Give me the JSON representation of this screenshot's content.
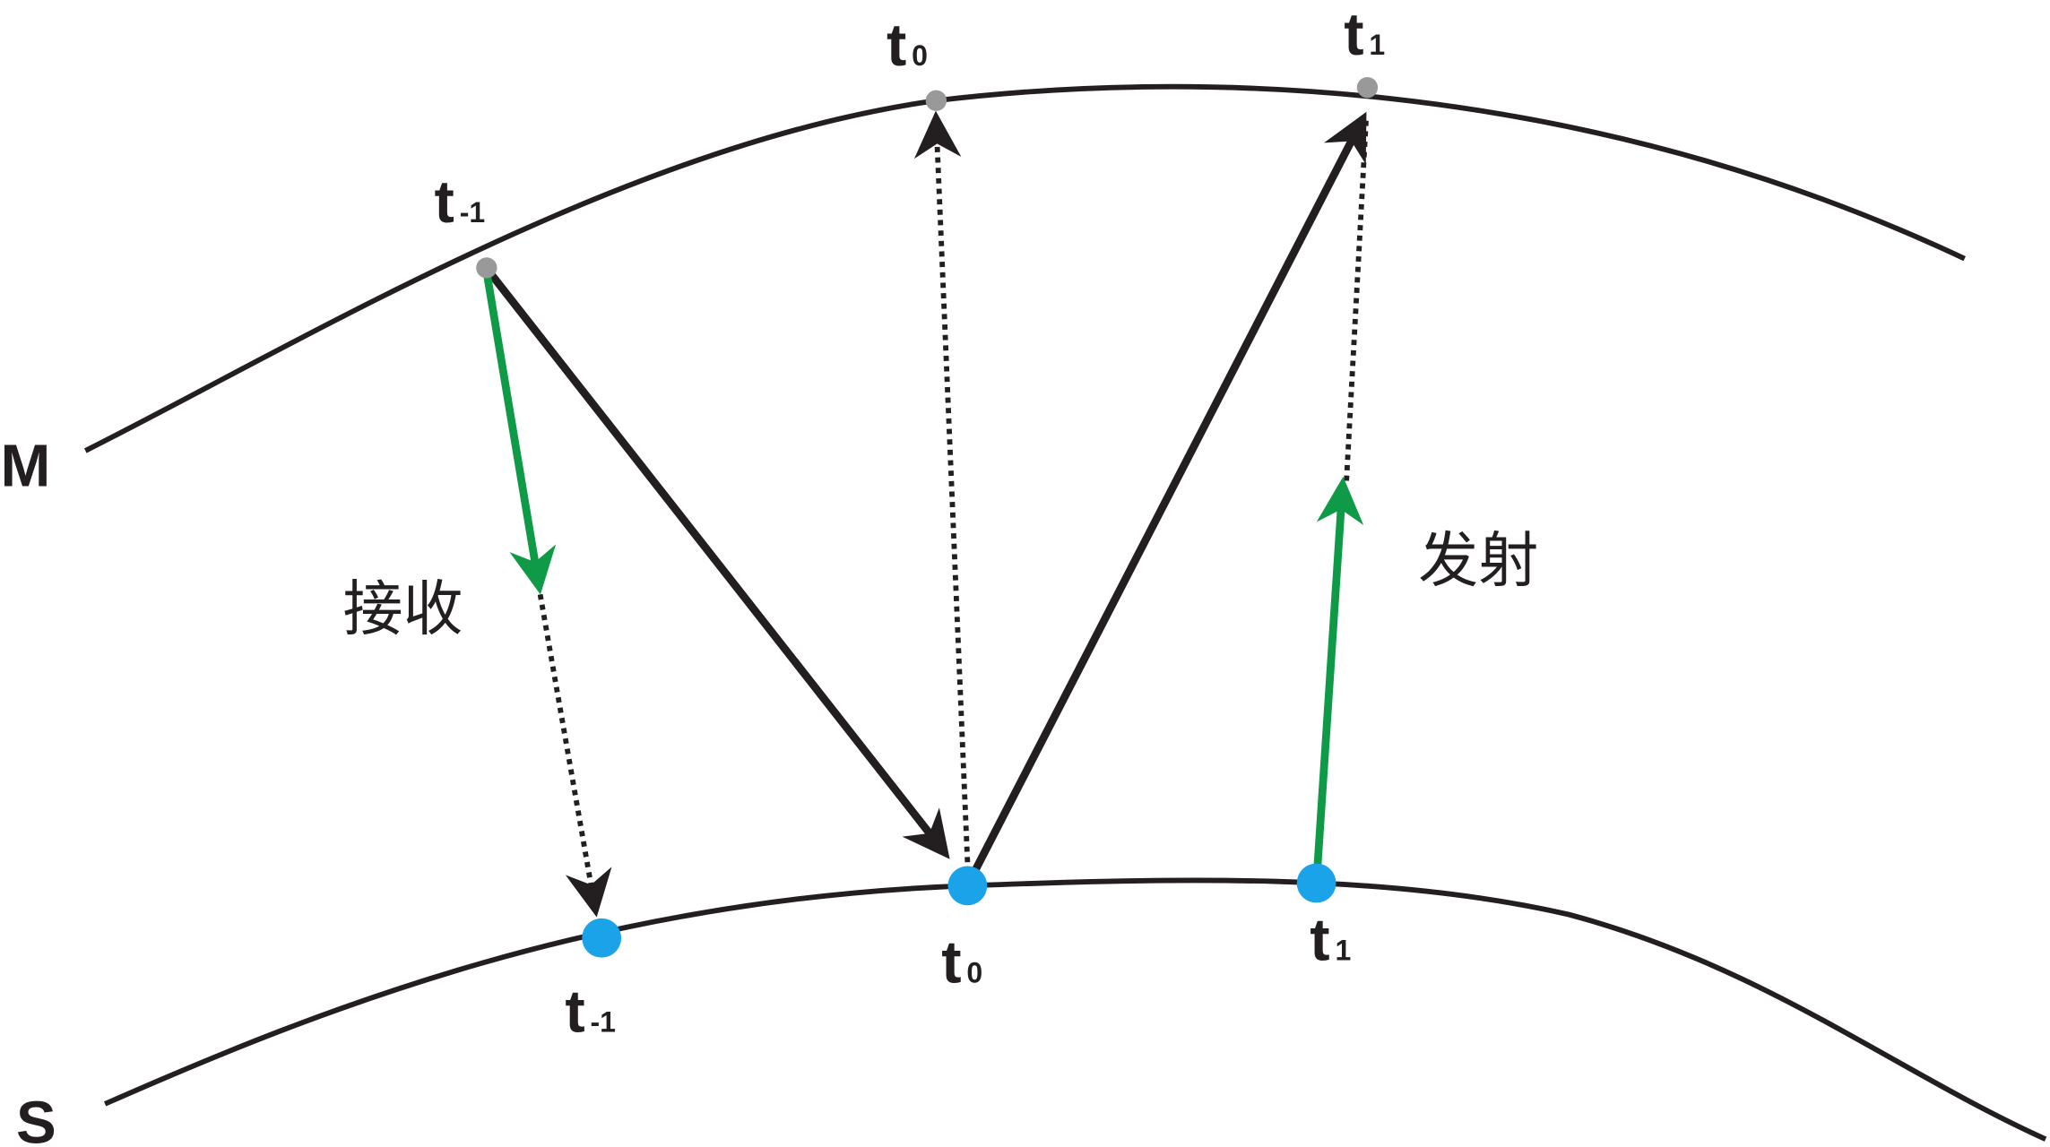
{
  "title": "Master-slave orbit receive/transmit timing diagram",
  "curves": {
    "upper_label": "M",
    "lower_label": "S"
  },
  "upper_points": [
    {
      "base": "t",
      "sub": "-1"
    },
    {
      "base": "t",
      "sub": "0"
    },
    {
      "base": "t",
      "sub": "1"
    }
  ],
  "lower_points": [
    {
      "base": "t",
      "sub": "-1"
    },
    {
      "base": "t",
      "sub": "0"
    },
    {
      "base": "t",
      "sub": "1"
    }
  ],
  "annotations": {
    "receive": "接收",
    "transmit": "发射"
  },
  "colors": {
    "line": "#231f20",
    "green": "#0f9a48",
    "gray_dot": "#999999",
    "blue_dot": "#1aa3e8"
  }
}
